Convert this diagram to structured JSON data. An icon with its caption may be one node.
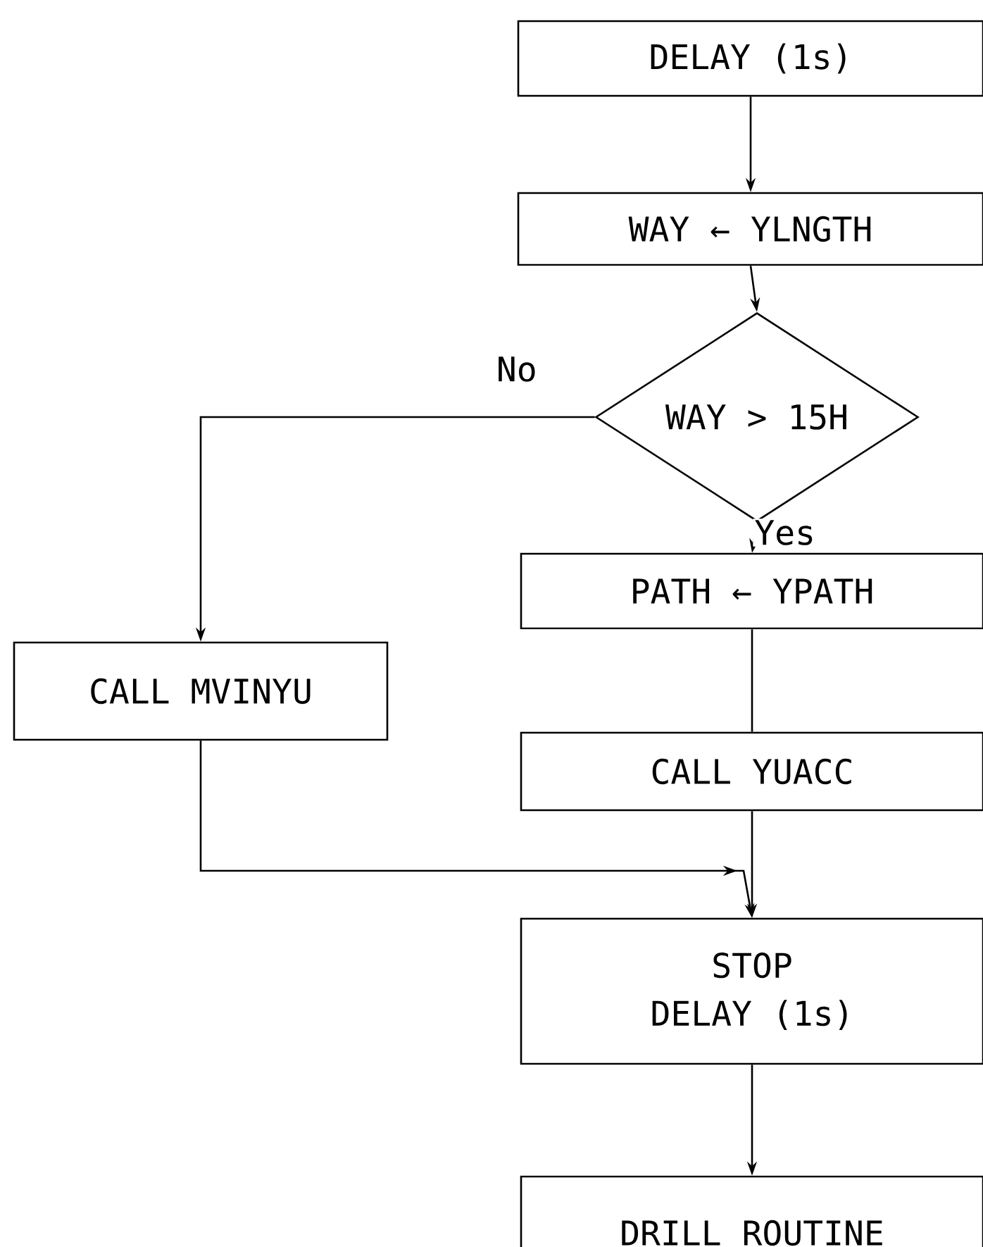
{
  "diagram": {
    "nodes": [
      {
        "text": [
          "DELAY (1s)"
        ]
      },
      {
        "text": [
          "WAY ← YLNGTH"
        ]
      },
      {
        "text": [
          "WAY > 15H"
        ]
      },
      {
        "text": [
          "PATH ← YPATH"
        ]
      },
      {
        "text": [
          "CALL MVINYU"
        ]
      },
      {
        "text": [
          "CALL YUACC"
        ]
      },
      {
        "text": [
          "STOP",
          "DELAY (1s)"
        ]
      },
      {
        "text": [
          "DRILL ROUTINE"
        ]
      }
    ],
    "edges": [
      {
        "from": 0,
        "to": 1,
        "arrow": "to"
      },
      {
        "from": 1,
        "to": 2,
        "arrow": "to"
      },
      {
        "from": 2,
        "to": 4,
        "arrow": "to",
        "label": "No"
      },
      {
        "from": 2,
        "to": 3,
        "arrow": "to",
        "label": "Yes"
      },
      {
        "from": 3,
        "to": 5,
        "arrow": "none"
      },
      {
        "from": 5,
        "to": 6,
        "arrow": "to"
      },
      {
        "from": 4,
        "to": 6,
        "arrow": "to"
      },
      {
        "from": 6,
        "to": 7,
        "arrow": "to"
      }
    ]
  }
}
